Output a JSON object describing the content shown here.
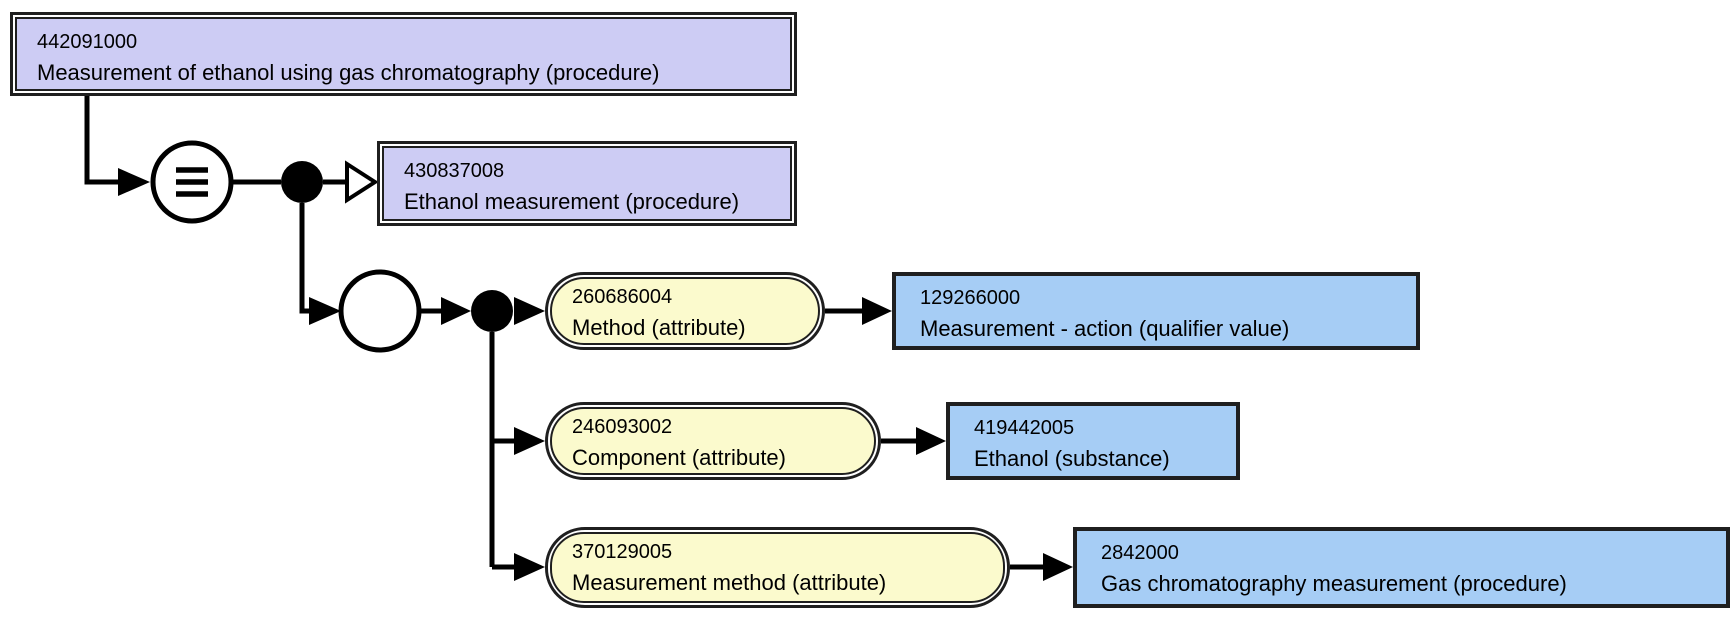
{
  "colors": {
    "background": "#ffffff",
    "defined_concept_fill": "#cdccf4",
    "attribute_fill": "#fbfacd",
    "value_fill": "#a6cdf5",
    "border": "#1f1f1f",
    "line": "#000000"
  },
  "nodes": {
    "root": {
      "id": "442091000",
      "term": "Measurement of ethanol using gas chromatography (procedure)"
    },
    "parent": {
      "id": "430837008",
      "term": "Ethanol measurement (procedure)"
    },
    "attributes": [
      {
        "attr": {
          "id": "260686004",
          "term": "Method (attribute)"
        },
        "value": {
          "id": "129266000",
          "term": "Measurement - action (qualifier value)"
        }
      },
      {
        "attr": {
          "id": "246093002",
          "term": "Component (attribute)"
        },
        "value": {
          "id": "419442005",
          "term": "Ethanol (substance)"
        }
      },
      {
        "attr": {
          "id": "370129005",
          "term": "Measurement method (attribute)"
        },
        "value": {
          "id": "2842000",
          "term": "Gas chromatography measurement (procedure)"
        }
      }
    ]
  },
  "symbols": {
    "definition_status": "equivalent-to",
    "equivalent_glyph": "≡",
    "conjunction": "filled-circle",
    "attribute_group": "open-circle",
    "is_a_relationship": "open-arrowhead",
    "directed_edge": "filled-arrowhead"
  }
}
